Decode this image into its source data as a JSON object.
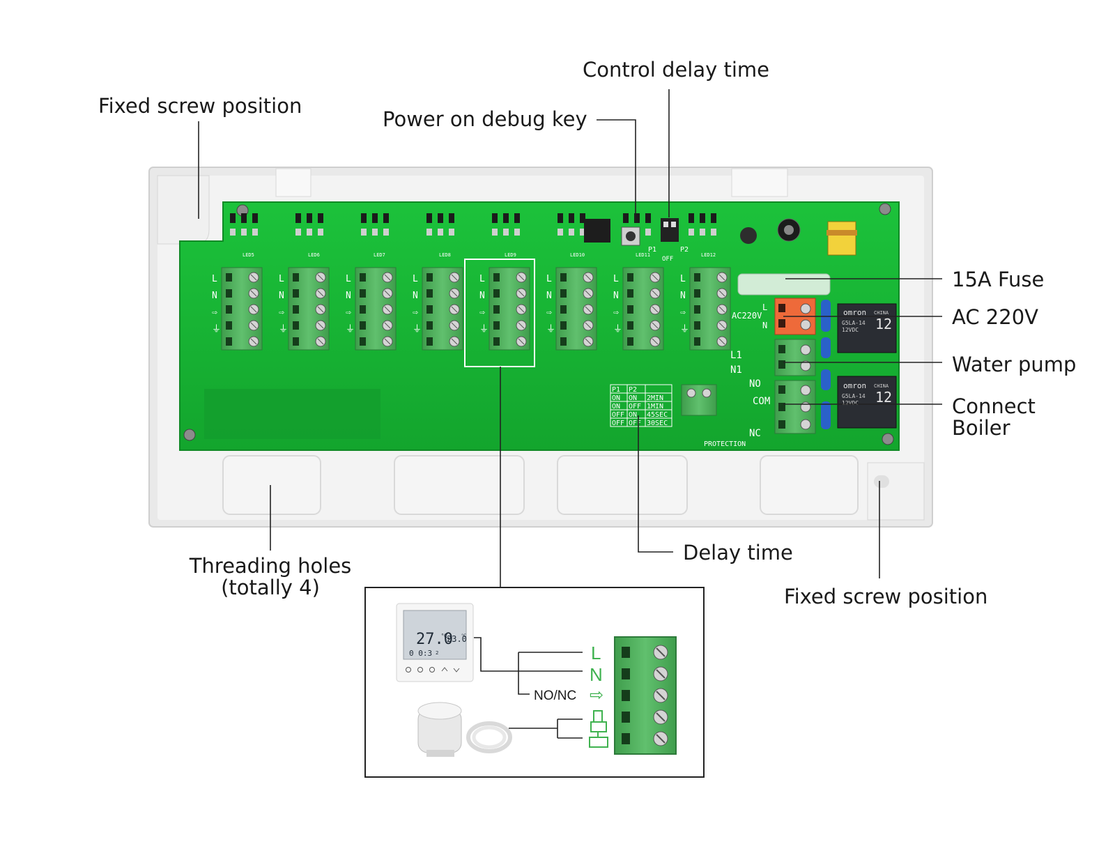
{
  "callouts": {
    "fixed_screw_top": "Fixed screw position",
    "control_delay_time": "Control delay time",
    "power_on_debug_key": "Power on debug key",
    "fuse_15a": "15A Fuse",
    "ac_220v": "AC 220V",
    "water_pump": "Water pump",
    "connect_boiler_line1": "Connect",
    "connect_boiler_line2": "Boiler",
    "threading_holes_line1": "Threading holes",
    "threading_holes_line2": "(totally 4)",
    "delay_time": "Delay time",
    "fixed_screw_bottom": "Fixed screw position"
  },
  "board": {
    "terminal_labels": [
      "L",
      "N",
      "⇨",
      "⏚"
    ],
    "ac_label": "AC220V",
    "l_label": "L",
    "n_label": "N",
    "l1_label": "L1",
    "n1_label": "N1",
    "no_label": "NO",
    "com_label": "COM",
    "nc_label": "NC",
    "protection_label": "PROTECTION",
    "p1_label": "P1",
    "p2_label": "P2",
    "off_label": "OFF",
    "relay_brand": "omron",
    "relay_model": "G5LA-14",
    "relay_voltage": "12VDC",
    "relay_num": "12",
    "relay_china": "CHINA",
    "led_labels": [
      "LED5",
      "LED6",
      "LED7",
      "LED8",
      "LED9",
      "LED10",
      "LED11",
      "LED12"
    ],
    "delay_table": {
      "headers": [
        "P1",
        "P2",
        ""
      ],
      "rows": [
        [
          "ON",
          "ON",
          "2MIN"
        ],
        [
          "ON",
          "OFF",
          "1MIN"
        ],
        [
          "OFF",
          "ON",
          "45SEC"
        ],
        [
          "OFF",
          "OFF",
          "30SEC"
        ]
      ]
    }
  },
  "inset": {
    "thermostat_temp": "27.0",
    "thermostat_temp_unit": "°C",
    "thermostat_set": "23.0",
    "thermostat_set_unit": "°C",
    "thermostat_time": "0 0:3",
    "thermostat_day": "2",
    "label_l": "L",
    "label_n": "N",
    "label_nonc": "NO/NC",
    "arrow": "⇨"
  },
  "colors": {
    "pcb": "#17b634",
    "terminal": "#55b462",
    "terminal_orange": "#ee6a3a",
    "relay": "#2a2d33",
    "enclosure": "#ececec",
    "inset_green": "#3fb24f"
  }
}
